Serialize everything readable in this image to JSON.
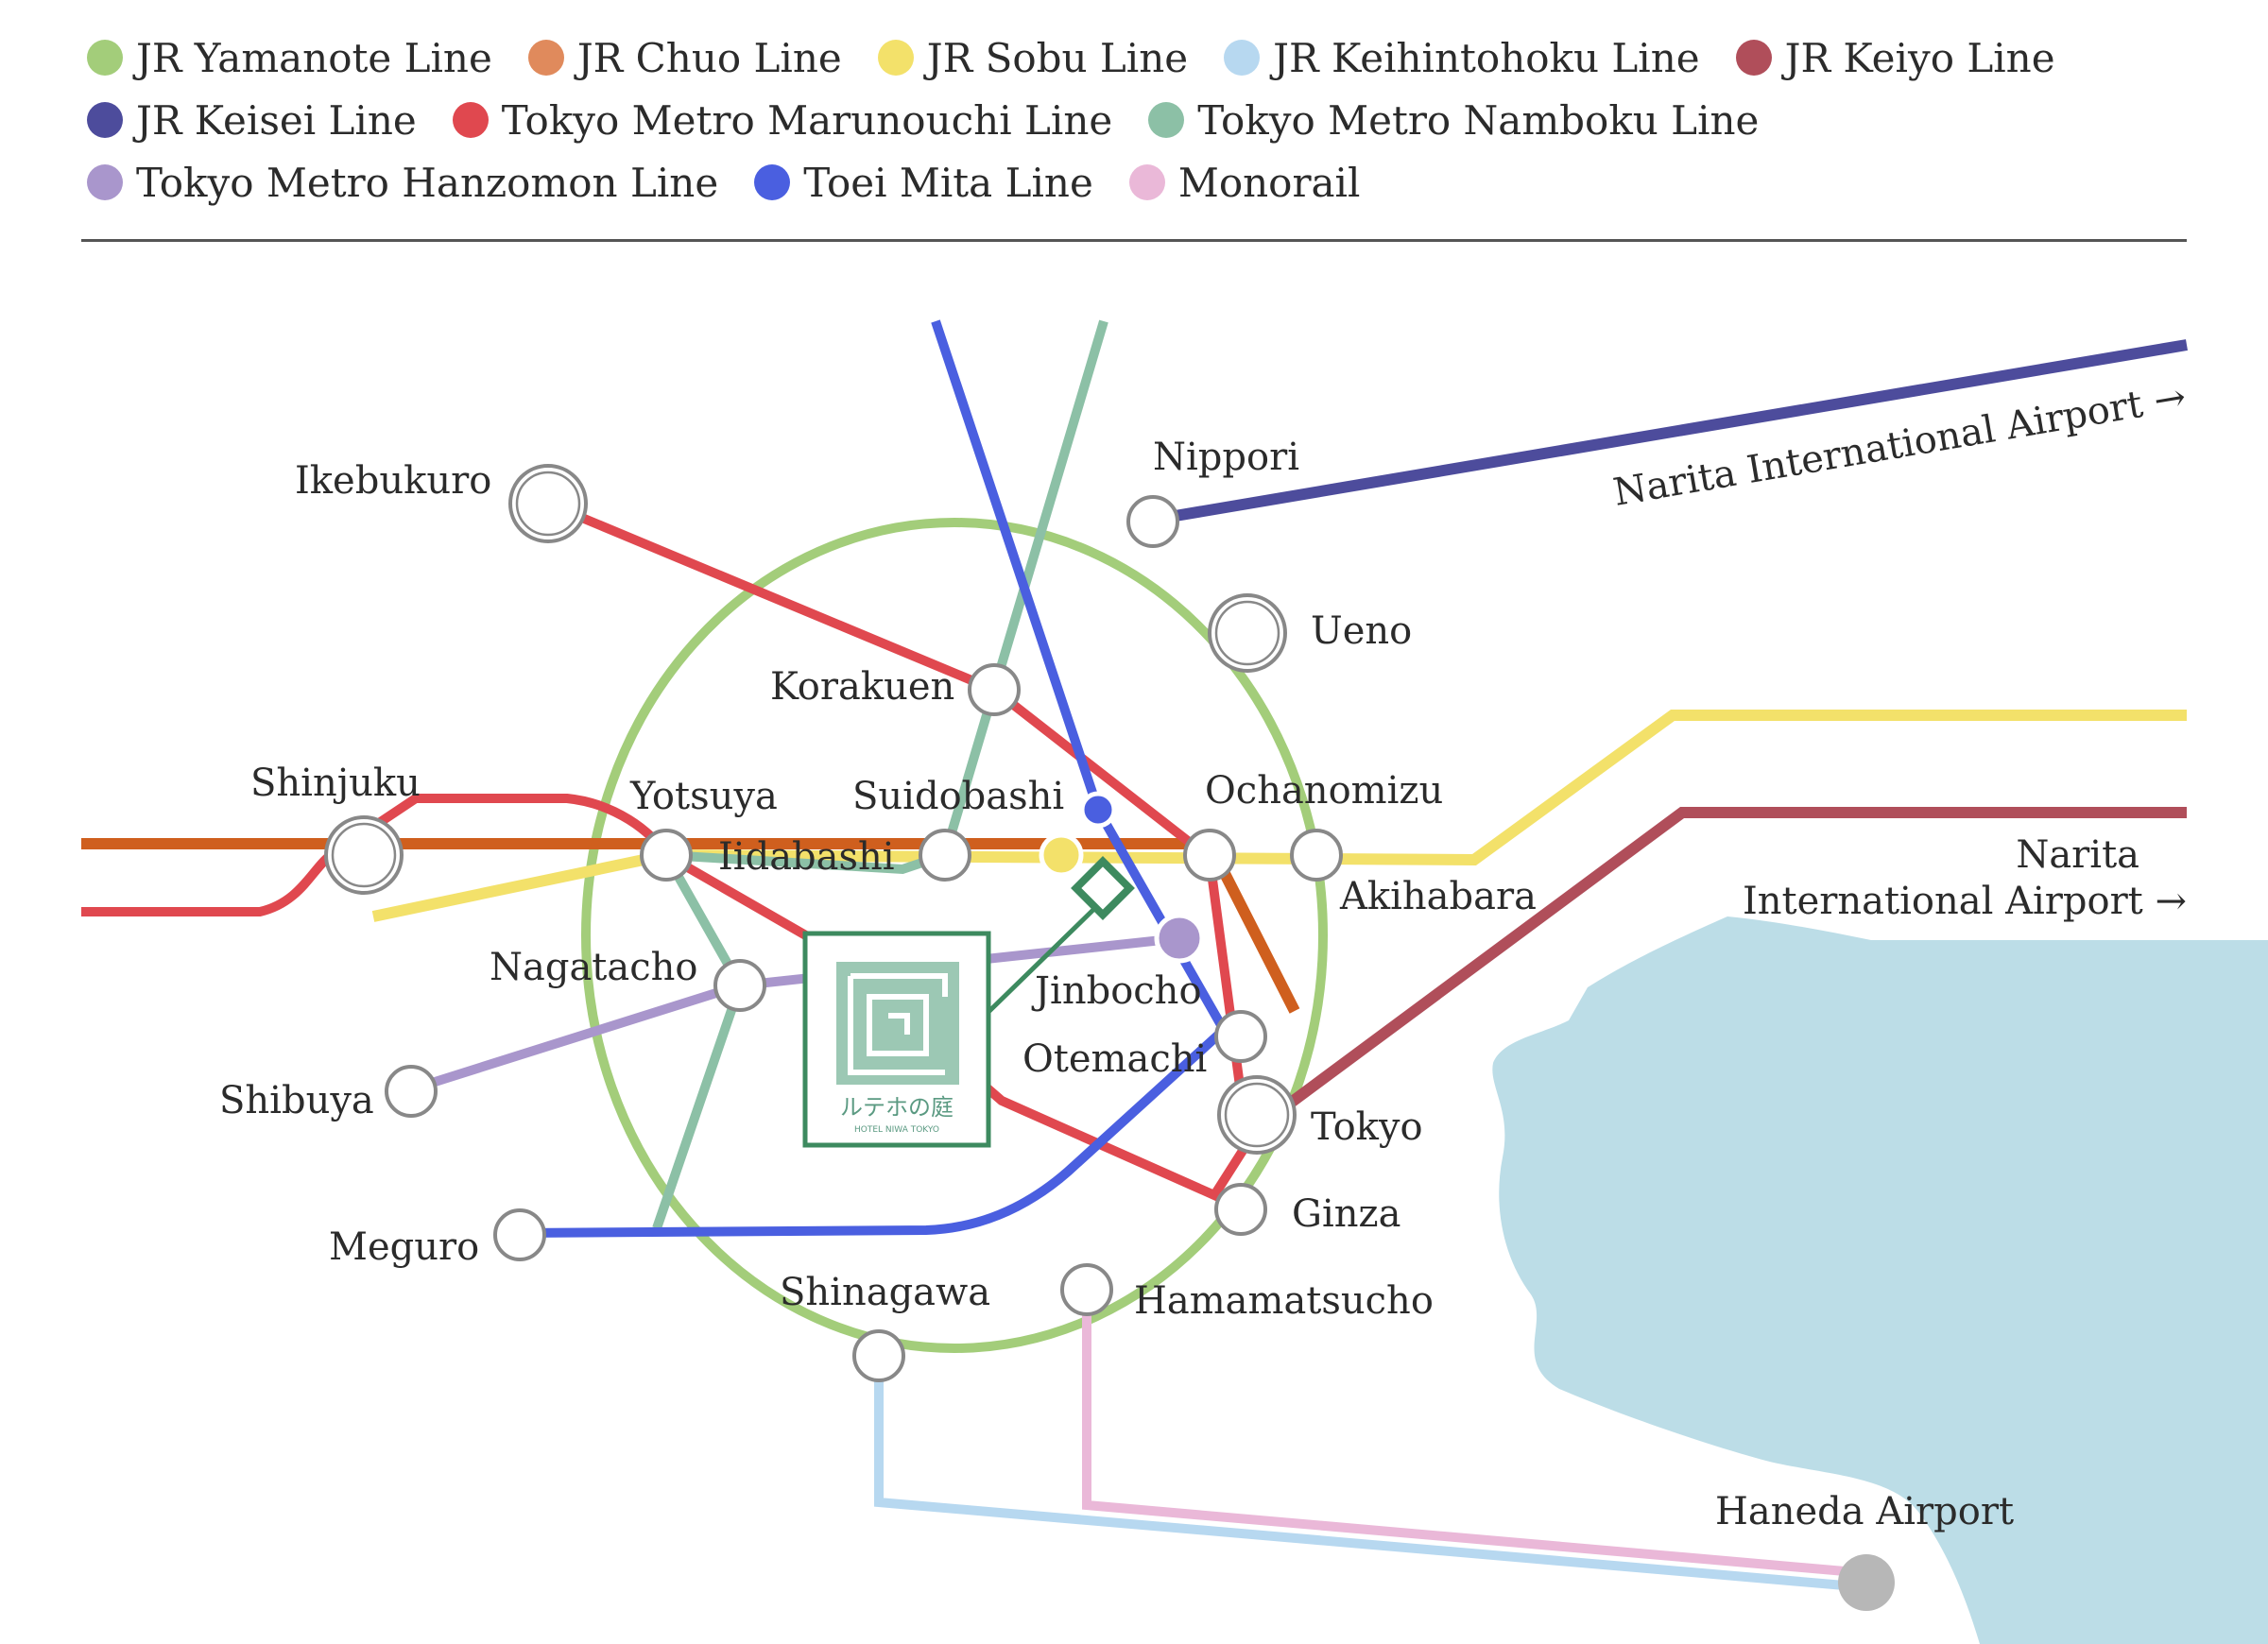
{
  "legend": [
    {
      "label": "JR Yamanote Line",
      "color": "#a3cd7a"
    },
    {
      "label": "JR Chuo Line",
      "color": "#e08a5c"
    },
    {
      "label": "JR Sobu Line",
      "color": "#f3e16a"
    },
    {
      "label": "JR Keihintohoku Line",
      "color": "#b7d8f0"
    },
    {
      "label": "JR Keiyo Line",
      "color": "#b04e5a"
    },
    {
      "label": "JR Keisei Line",
      "color": "#4d4c9c"
    },
    {
      "label": "Tokyo Metro Marunouchi Line",
      "color": "#e0484f"
    },
    {
      "label": "Tokyo Metro Namboku Line",
      "color": "#8cc0a6"
    },
    {
      "label": "Tokyo Metro Hanzomon Line",
      "color": "#a996cc"
    },
    {
      "label": "Toei Mita Line",
      "color": "#4a5fe0"
    },
    {
      "label": "Monorail",
      "color": "#eab8d8"
    }
  ],
  "stations": {
    "ikebukuro": "Ikebukuro",
    "nippori": "Nippori",
    "ueno": "Ueno",
    "korakuen": "Korakuen",
    "shinjuku": "Shinjuku",
    "yotsuya": "Yotsuya",
    "suidobashi": "Suidobashi",
    "iidabashi": "Iidabashi",
    "ochanomizu": "Ochanomizu",
    "akihabara": "Akihabara",
    "nagatacho": "Nagatacho",
    "jinbocho": "Jinbocho",
    "otemachi": "Otemachi",
    "shibuya": "Shibuya",
    "tokyo": "Tokyo",
    "ginza": "Ginza",
    "meguro": "Meguro",
    "shinagawa": "Shinagawa",
    "hamamatsucho": "Hamamatsucho",
    "haneda": "Haneda Airport"
  },
  "destinations": {
    "narita_keisei": "Narita International Airport →",
    "narita_keiyo_line1": "Narita",
    "narita_keiyo_line2": "International Airport →"
  },
  "hotel": {
    "logo_text": "ルテホの庭",
    "logo_subtext": "HOTEL NIWA TOKYO"
  }
}
